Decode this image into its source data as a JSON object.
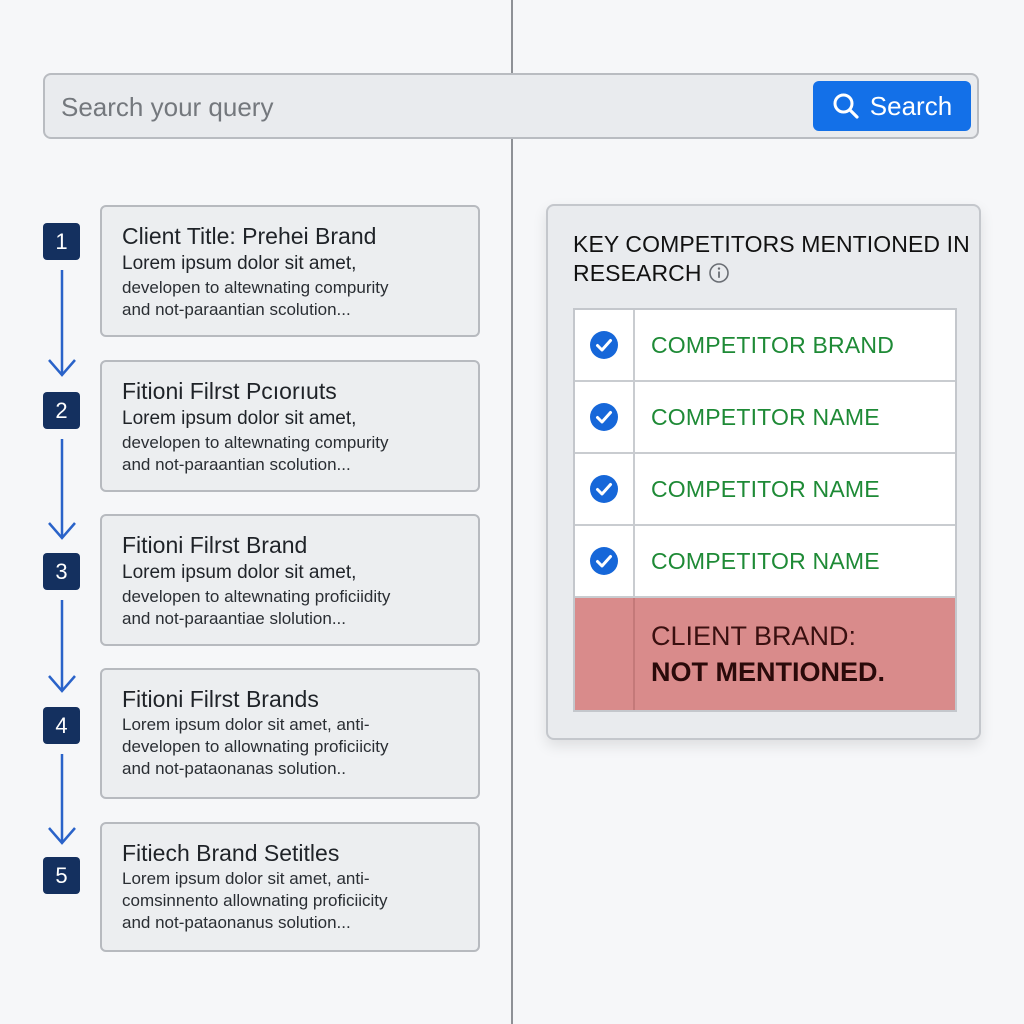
{
  "search": {
    "placeholder": "Search your query",
    "button_label": "Search"
  },
  "steps": [
    {
      "number": "1",
      "title": "Client Title: Prehei Brand",
      "line1": "Lorem ipsum dolor sit amet,",
      "line2": "developen to altewnating compurity",
      "line3": "and not-paraantian scolution..."
    },
    {
      "number": "2",
      "title": "Fitioni Filrst Pcıorıuts",
      "line1": "Lorem ipsum dolor sit amet,",
      "line2": "developen to altewnating compurity",
      "line3": "and not-paraantian scolution..."
    },
    {
      "number": "3",
      "title": "Fitioni Filrst Brand",
      "line1": "Lorem ipsum dolor sit amet,",
      "line2": "developen to altewnating proficiidity",
      "line3": "and not-paraantiae slolution..."
    },
    {
      "number": "4",
      "title": "Fitioni Filrst Brands",
      "line1": "Lorem ipsum dolor sit amet, anti-",
      "line2": "developen to allownating proficiicity",
      "line3": "and not-pataonanas solution.."
    },
    {
      "number": "5",
      "title": "Fitiech Brand Setitles",
      "line1": "Lorem ipsum dolor sit amet, anti-",
      "line2": "comsinnento allownating proficiicity",
      "line3": "and not-pataonanus solution..."
    }
  ],
  "competitors_panel": {
    "heading": "KEY COMPETITORS MENTIONED IN RESEARCH",
    "competitors": [
      {
        "name": "COMPETITOR BRAND",
        "checked": true
      },
      {
        "name": "COMPETITOR NAME",
        "checked": true
      },
      {
        "name": "COMPETITOR NAME",
        "checked": true
      },
      {
        "name": "COMPETITOR NAME",
        "checked": true
      }
    ],
    "client_status": {
      "line1": "CLIENT BRAND:",
      "line2": "NOT MENTIONED."
    }
  },
  "colors": {
    "accent_blue": "#1370e8",
    "step_badge": "#14305f",
    "competitor_green": "#1e8a36",
    "client_alert_bg": "#d98b8b"
  }
}
